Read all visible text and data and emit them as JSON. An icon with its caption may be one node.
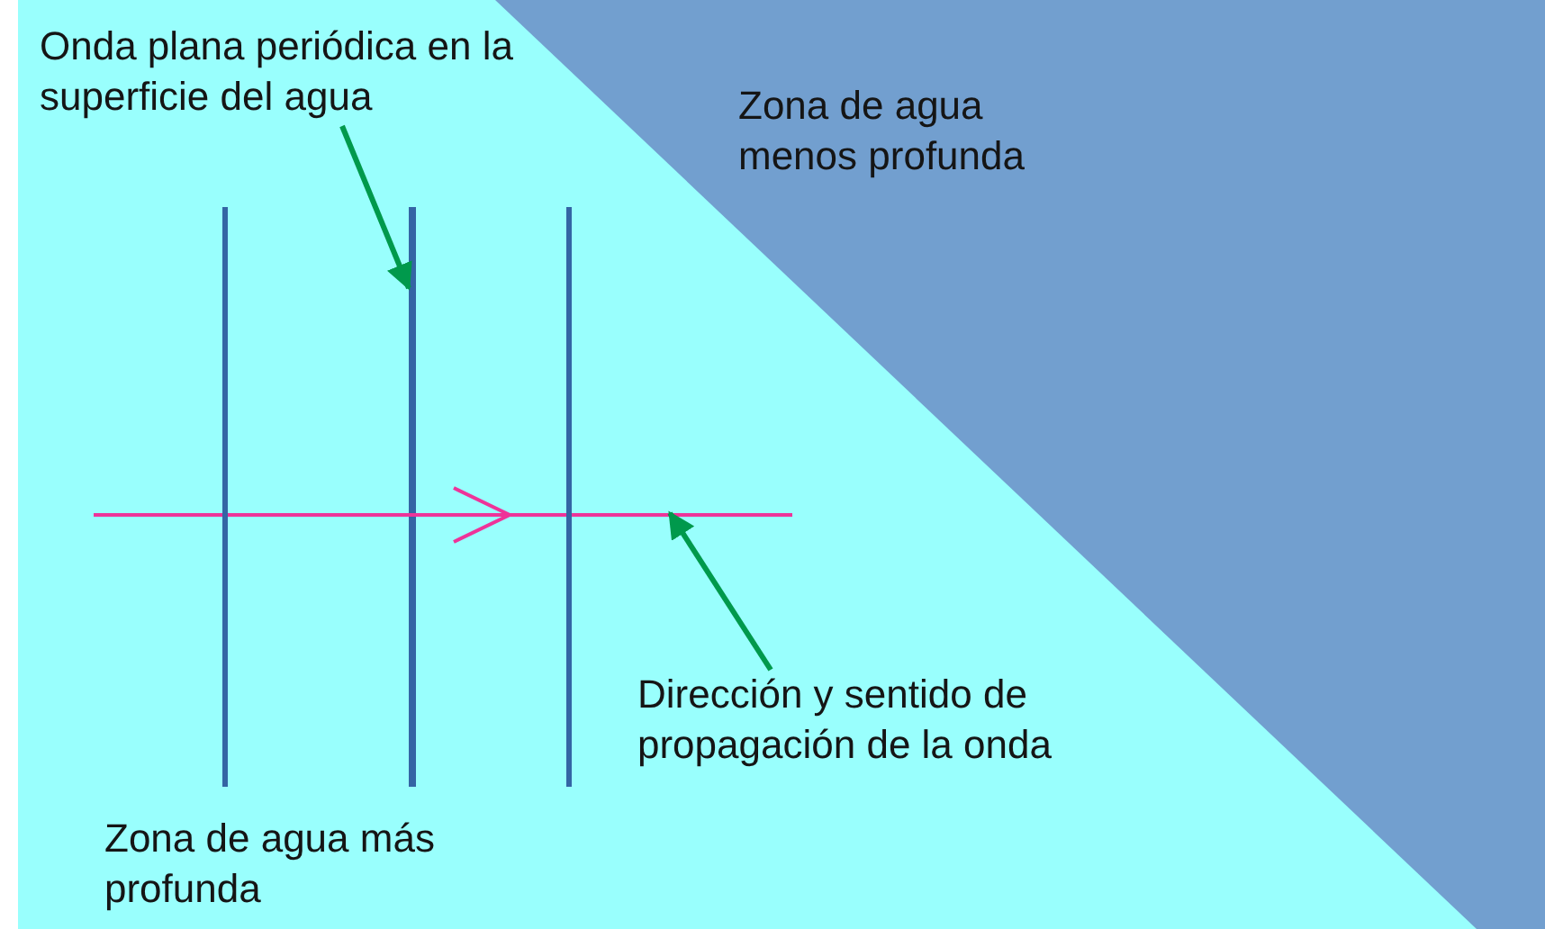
{
  "diagram": {
    "nodes": [
      {
        "text": [
          "Zona de agua más profunda"
        ]
      },
      {
        "text": [
          "Zona de agua menos profunda"
        ]
      },
      {
        "text": [
          "Onda plana periódica en la superficie del agua"
        ],
        "in": 0
      },
      {
        "text": [],
        "shape": "line",
        "in": 0
      },
      {
        "text": [
          "Dirección y sentido de propagación de la onda"
        ],
        "in": 0
      },
      {
        "text": [],
        "shape": "line",
        "in": 0
      }
    ],
    "edges": [
      {
        "from": 2,
        "to": 3,
        "arrow": "to",
        "color": "#00994c"
      },
      {
        "from": 4,
        "to": 5,
        "arrow": "to",
        "color": "#00994c"
      }
    ]
  }
}
